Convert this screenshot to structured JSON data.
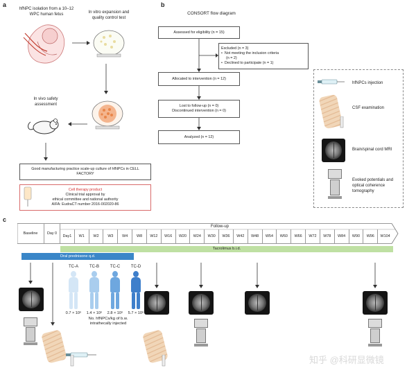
{
  "panel_a": {
    "letter": "a",
    "isolation_line1": "hfNPC isolation from a 10–12",
    "isolation_line2": "WPC human fetus",
    "expansion_line1": "In vitro expansion and",
    "expansion_line2": "quality control test",
    "safety_line1": "In vivo safety",
    "safety_line2": "assessment",
    "gmp_line1": "Good manufacturing practice scale-up culture of hfNPCs in CELL",
    "gmp_line2": "FACTORY",
    "product_title": "Cell therapy product",
    "product_line1": "Clinical trial approval by",
    "product_line2": "ethical committee and national authority",
    "product_line3": "AIFA: EudraCT number 2016-002020-86"
  },
  "panel_b": {
    "letter": "b",
    "title": "CONSORT flow diagram",
    "assessed": "Assessed for eligibility (n = 15)",
    "excluded": "Excluded (n = 3)",
    "excl_reason1_line1": "Not meeting the inclusion criteria",
    "excl_reason1_line2": "(n = 2)",
    "excl_reason2": "Declined to participate (n = 1)",
    "allocated": "Allocated to intervention (n = 12)",
    "lost": "Lost to follow-up (n = 0)",
    "discontinued": "Discontinued intervention (n = 0)",
    "analyzed": "Analyzed (n = 12)"
  },
  "legend": {
    "injection": "hfNPCs injection",
    "csf": "CSF examination",
    "mri": "Brain/spinal cord MRI",
    "evoked_line1": "Evoked potentials and",
    "evoked_line2": "optical coherence",
    "evoked_line3": "tomography"
  },
  "panel_c": {
    "letter": "c",
    "baseline": "Baseline",
    "day0": "Day 0",
    "followup": "Follow-up",
    "timepoints": [
      "Day1",
      "W1",
      "W2",
      "W3",
      "W4",
      "W8",
      "W12",
      "W16",
      "W20",
      "W24",
      "W30",
      "W36",
      "W42",
      "W48",
      "W54",
      "W60",
      "W66",
      "W72",
      "W78",
      "W84",
      "W90",
      "W96",
      "W104"
    ],
    "tacrolimus": "Tacrolimus b.i.d.",
    "prednisone": "Oral prednisone q.d.",
    "cohorts": [
      {
        "name": "TC-A",
        "dose": "0.7 × 10⁶",
        "color": "#d4e6f6"
      },
      {
        "name": "TC-B",
        "dose": "1.4 × 10⁶",
        "color": "#a9cdee"
      },
      {
        "name": "TC-C",
        "dose": "2.8 × 10⁶",
        "color": "#6ea7df"
      },
      {
        "name": "TC-D",
        "dose": "5.7 × 10⁶",
        "color": "#3e7fcb"
      }
    ],
    "dose_caption_line1": "No. hfNPCs/kg of b.w.",
    "dose_caption_line2": "intrathecally injected"
  },
  "watermark": "知乎 @科研显微镜",
  "colors": {
    "tacrolimus_bar": "#bfe0a3",
    "prednisone_bar": "#3a86c8",
    "product_border": "#d86a6a",
    "product_title": "#d32f2f"
  }
}
